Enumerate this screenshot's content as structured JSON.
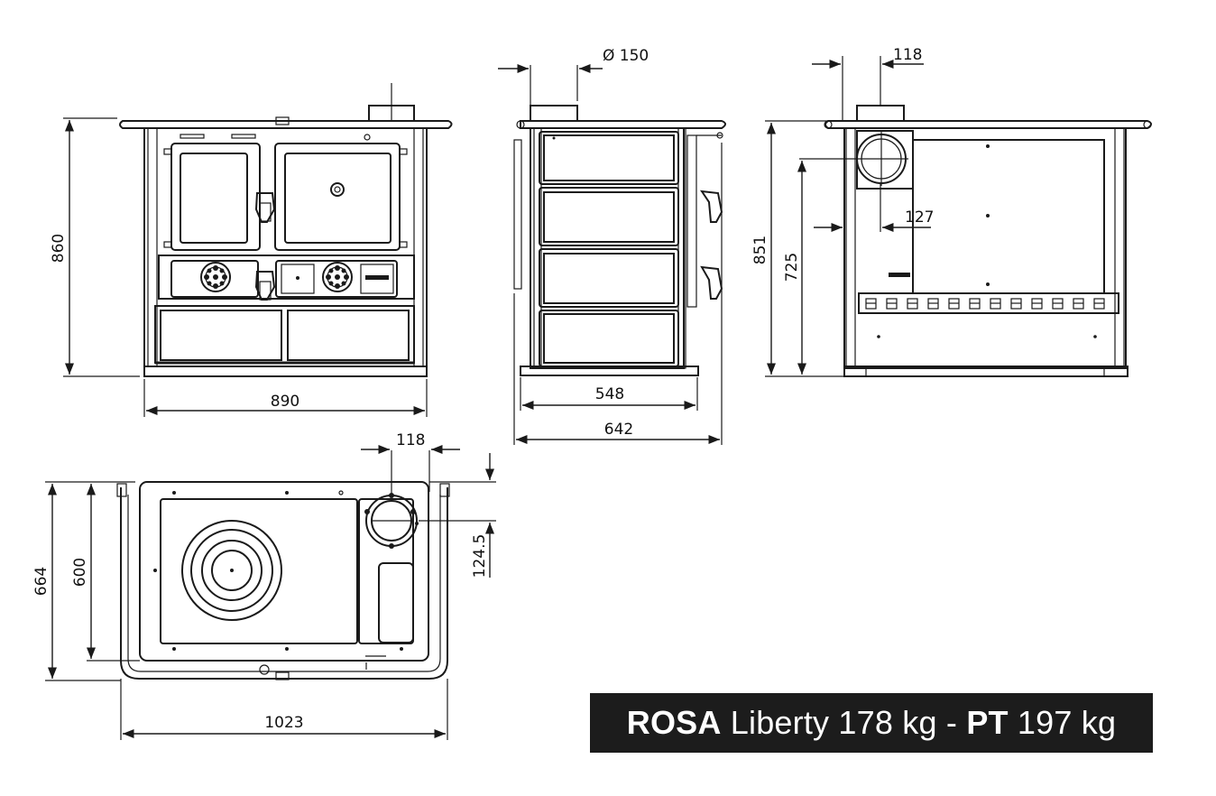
{
  "views": {
    "front": {
      "width": "890",
      "height": "860"
    },
    "side": {
      "flue_diameter": "Ø 150",
      "inner_depth": "548",
      "total_depth": "642"
    },
    "rear": {
      "flue_offset": "118",
      "flue_inset": "127",
      "total_height": "851",
      "flue_height": "725"
    },
    "top": {
      "flue_offset": "118",
      "flue_depth": "124.5",
      "total_depth": "664",
      "inner_depth": "600",
      "total_width": "1023"
    }
  },
  "title": {
    "model": "ROSA",
    "model_variant": " Liberty 178 kg - ",
    "variant": "PT",
    "variant_weight": " 197 kg"
  }
}
